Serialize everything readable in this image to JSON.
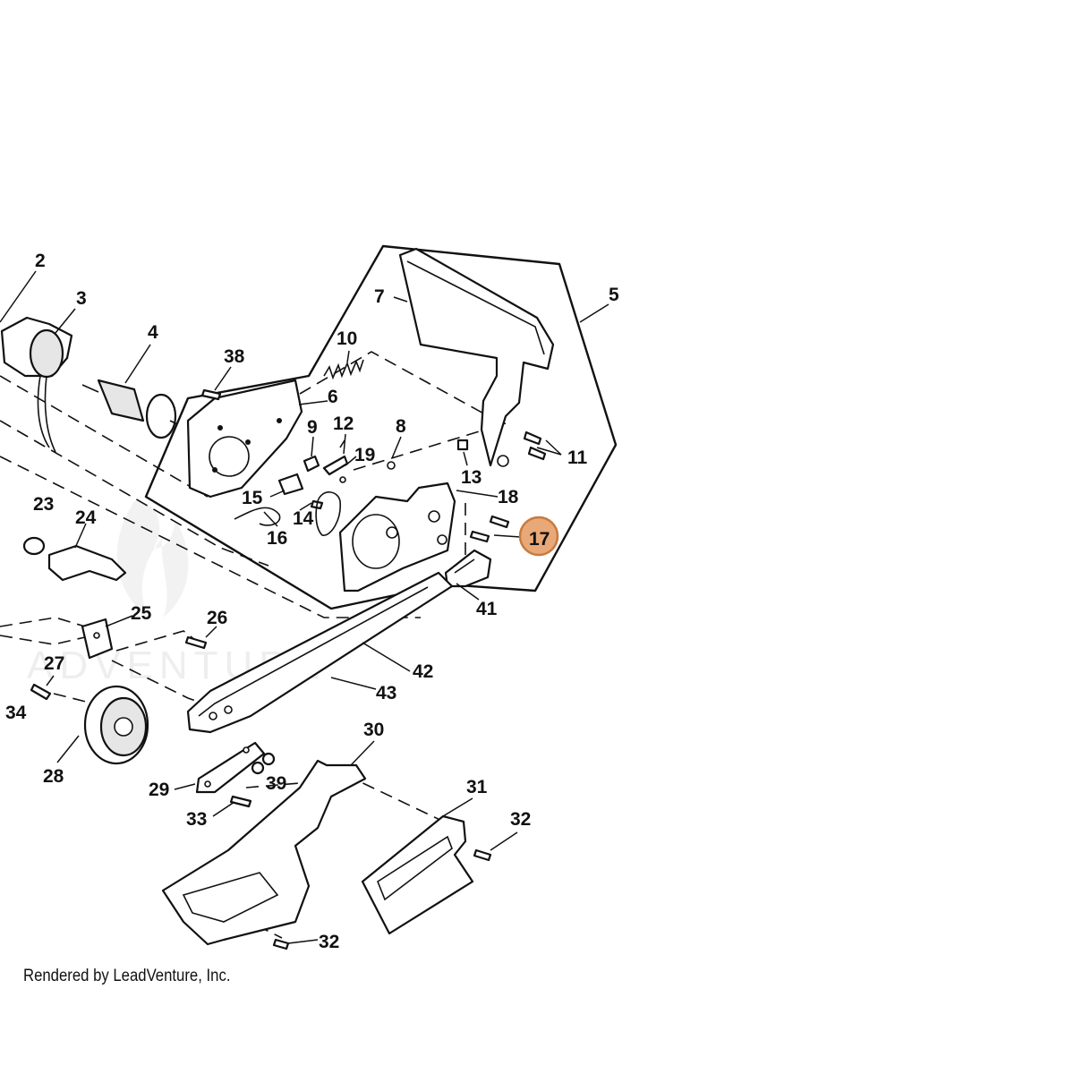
{
  "watermark": {
    "text": "ADVENTURE"
  },
  "credit": "Rendered by LeadVenture, Inc.",
  "highlight": {
    "part": "17",
    "color": "#e8a878",
    "border": "#c97a3d"
  },
  "callouts": [
    "2",
    "3",
    "4",
    "5",
    "6",
    "7",
    "8",
    "9",
    "10",
    "11",
    "12",
    "13",
    "14",
    "15",
    "16",
    "17",
    "18",
    "19",
    "23",
    "24",
    "25",
    "26",
    "27",
    "28",
    "29",
    "30",
    "31",
    "32",
    "32",
    "33",
    "34",
    "38",
    "39",
    "41",
    "42",
    "43"
  ]
}
